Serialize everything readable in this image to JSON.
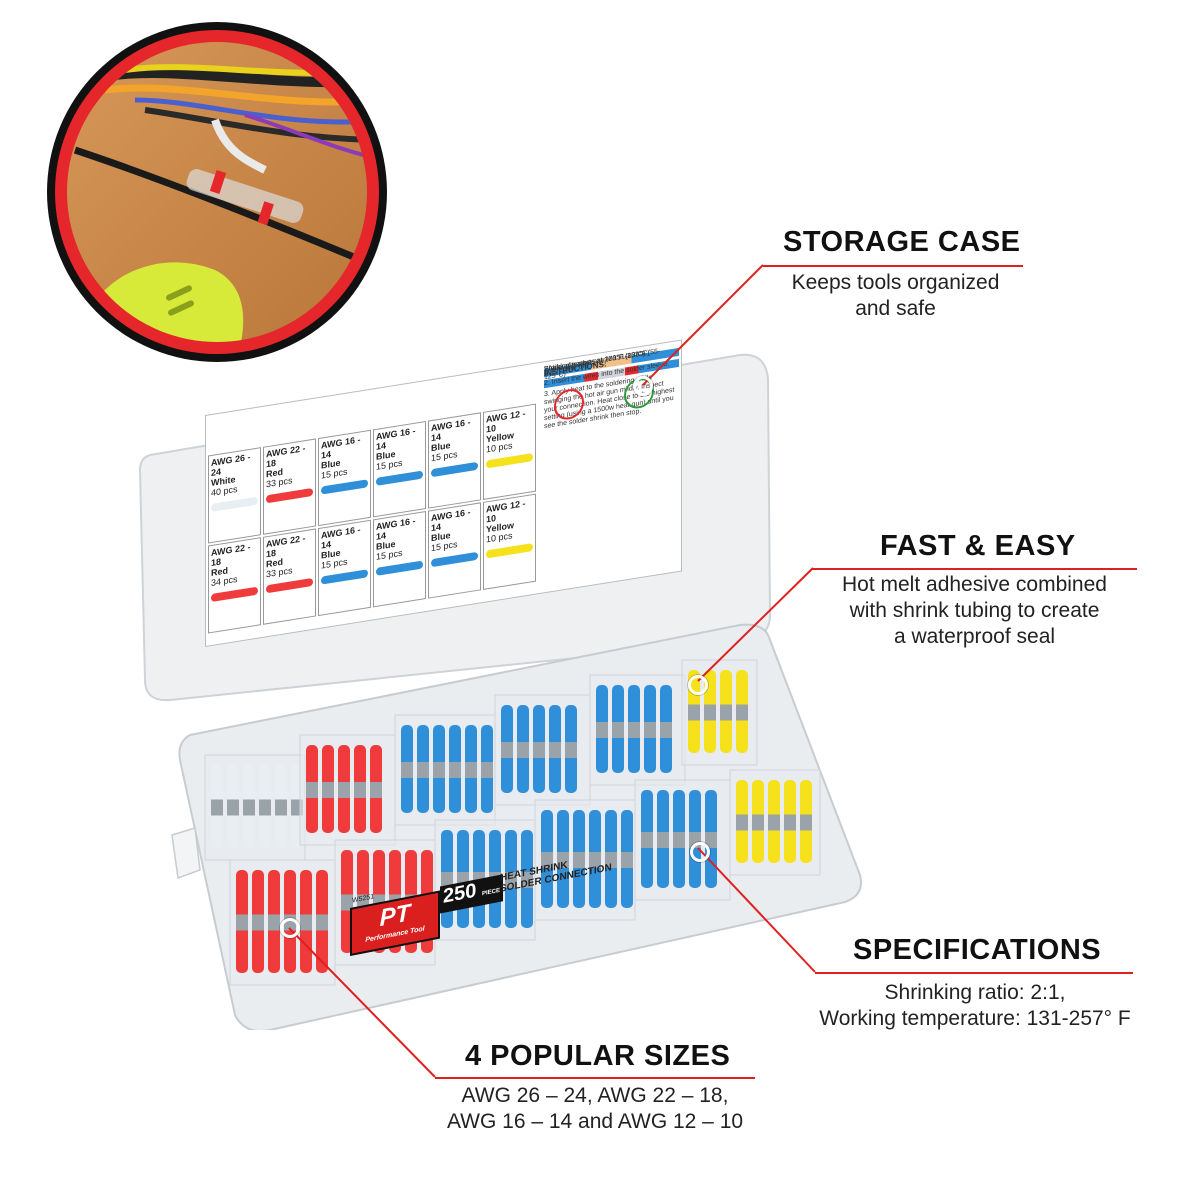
{
  "callouts": {
    "storage": {
      "title": "STORAGE CASE",
      "text": "Keeps tools organized\nand safe"
    },
    "fast": {
      "title": "FAST & EASY",
      "text": "Hot melt adhesive combined\nwith shrink tubing to create\na waterproof seal"
    },
    "specs": {
      "title": "SPECIFICATIONS",
      "text": "Shrinking ratio: 2:1,\nWorking temperature: 131-257° F"
    },
    "sizes": {
      "title": "4 POPULAR SIZES",
      "text": "AWG 26 – 24, AWG 22 – 18,\nAWG 16 – 14 and AWG 12 – 10"
    }
  },
  "lid_card": {
    "row1": [
      {
        "gauge": "AWG 26 - 24",
        "color": "White",
        "qty": "40 pcs"
      },
      {
        "gauge": "AWG 22 - 18",
        "color": "Red",
        "qty": "33 pcs"
      },
      {
        "gauge": "AWG 16 - 14",
        "color": "Blue",
        "qty": "15 pcs"
      },
      {
        "gauge": "AWG 16 - 14",
        "color": "Blue",
        "qty": "15 pcs"
      },
      {
        "gauge": "AWG 16 - 14",
        "color": "Blue",
        "qty": "15 pcs"
      },
      {
        "gauge": "AWG 12 - 10",
        "color": "Yellow",
        "qty": "10 pcs"
      }
    ],
    "row2": [
      {
        "gauge": "AWG 22 - 18",
        "color": "Red",
        "qty": "34 pcs"
      },
      {
        "gauge": "AWG 22 - 18",
        "color": "Red",
        "qty": "33 pcs"
      },
      {
        "gauge": "AWG 16 - 14",
        "color": "Blue",
        "qty": "15 pcs"
      },
      {
        "gauge": "AWG 16 - 14",
        "color": "Blue",
        "qty": "15 pcs"
      },
      {
        "gauge": "AWG 16 - 14",
        "color": "Blue",
        "qty": "15 pcs"
      },
      {
        "gauge": "AWG 12 - 10",
        "color": "Yellow",
        "qty": "10 pcs"
      }
    ],
    "specs_lines": [
      "Working temperature: 131-257°F (55-125°C)",
      "Shrinkage starts at 176°F (80°C)",
      "Solder dissolves at 280°F (138°C)"
    ],
    "instructions_title": "INSTRUCTIONS:",
    "steps": [
      "1. Prepare the wire.",
      "2. Insert the wires into the solder sleeve.",
      "3. Apply heat to the soldering while swinging the hot air gun mildly. Inspect your connection. Heat close to the highest setting (using a 1500w heat gun) until you see the solder shrink then stop."
    ]
  },
  "box_label": {
    "brand": "PT",
    "brand_sub": "Performance Tool",
    "model": "W5251",
    "count": "250",
    "count_sub": "PIECE",
    "line1": "HEAT SHRINK",
    "line2": "SOLDER CONNECTION"
  },
  "colors": {
    "accent": "#e02020",
    "red_tube": "#ef3b3b",
    "blue_tube": "#2f8fd8",
    "yellow_tube": "#f5e21c",
    "white_tube": "#e9eef2",
    "wood": "#c98a4b"
  }
}
